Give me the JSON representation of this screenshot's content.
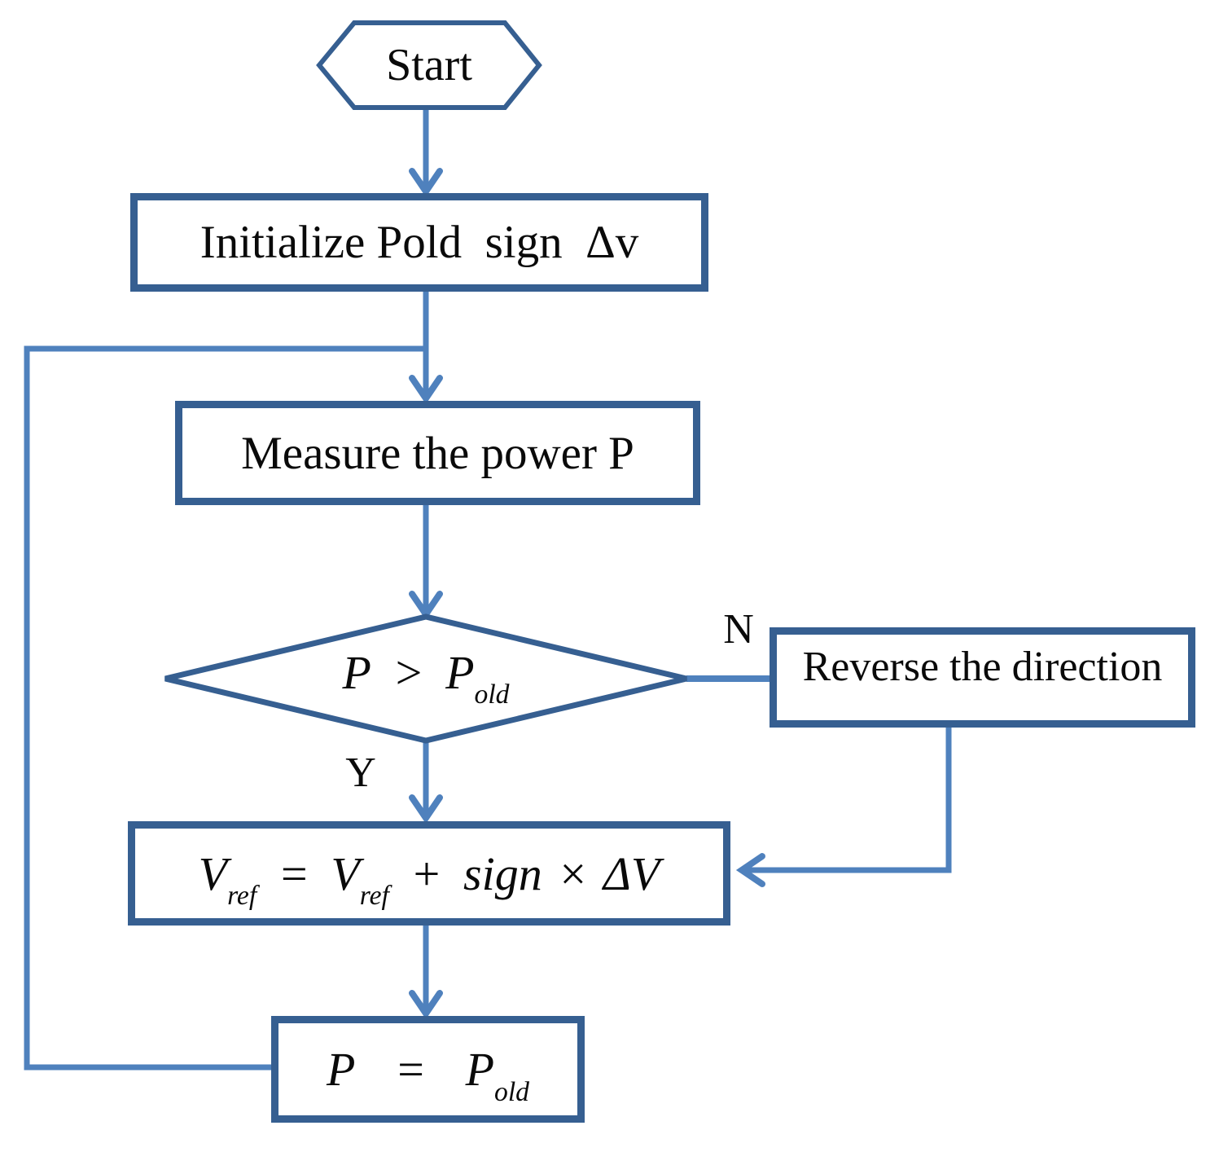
{
  "diagram": {
    "type": "flowchart",
    "colors": {
      "connector_line": "#4f81bd",
      "shape_border": "#365f91",
      "text": "#0a0a0a",
      "background": "#ffffff"
    }
  },
  "nodes": {
    "start": {
      "label": "Start",
      "shape": "hexagon"
    },
    "initialize": {
      "label": "Initialize Pold  sign  Δv",
      "shape": "rectangle"
    },
    "measure": {
      "label": "Measure the power P",
      "shape": "rectangle"
    },
    "decision": {
      "shape": "diamond",
      "lhs": "P",
      "op": ">",
      "rhs_base": "P",
      "rhs_sub": "old"
    },
    "reverse": {
      "label": "Reverse the direction",
      "shape": "rectangle"
    },
    "update": {
      "shape": "rectangle",
      "lhs_base": "V",
      "lhs_sub": "ref",
      "eq": "=",
      "rhs1_base": "V",
      "rhs1_sub": "ref",
      "plus": "+",
      "sign_word": "sign",
      "times": "×",
      "delta_term": "ΔV"
    },
    "assign": {
      "shape": "rectangle",
      "lhs": "P",
      "eq": "=",
      "rhs_base": "P",
      "rhs_sub": "old"
    }
  },
  "branch_labels": {
    "no": "N",
    "yes": "Y"
  }
}
